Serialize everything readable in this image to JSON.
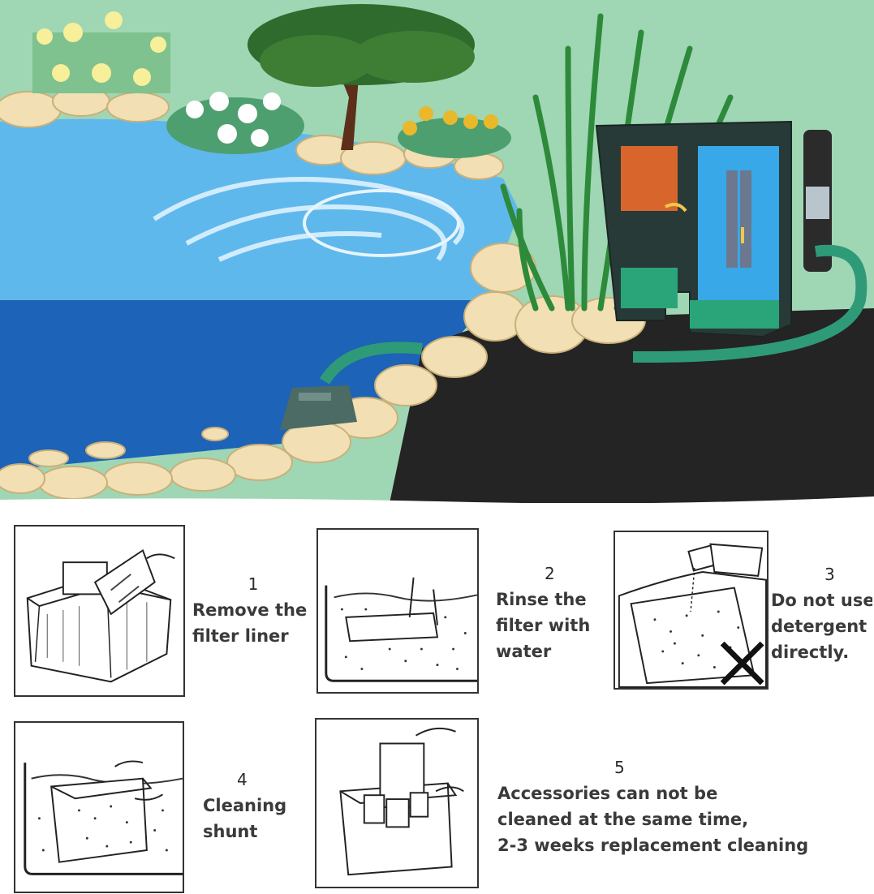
{
  "steps": [
    {
      "number": "1",
      "lines": [
        "Remove the",
        "filter liner"
      ]
    },
    {
      "number": "2",
      "lines": [
        "Rinse the",
        "filter with",
        "water"
      ]
    },
    {
      "number": "3",
      "lines": [
        "Do not use",
        "detergent",
        "directly."
      ]
    },
    {
      "number": "4",
      "lines": [
        "Cleaning",
        "shunt"
      ]
    },
    {
      "number": "5",
      "lines": [
        "Accessories can not be",
        "cleaned at the same time,",
        "2-3 weeks replacement cleaning"
      ]
    }
  ],
  "colors": {
    "sky": "#9fd6b4",
    "pond_light": "#5fb8ec",
    "pond_deep": "#1d63b8",
    "soil": "#242424",
    "rock": "#f2dfb3",
    "hose": "#2f9a78",
    "filter_blue": "#38a8e8",
    "filter_orange": "#d8662c"
  }
}
